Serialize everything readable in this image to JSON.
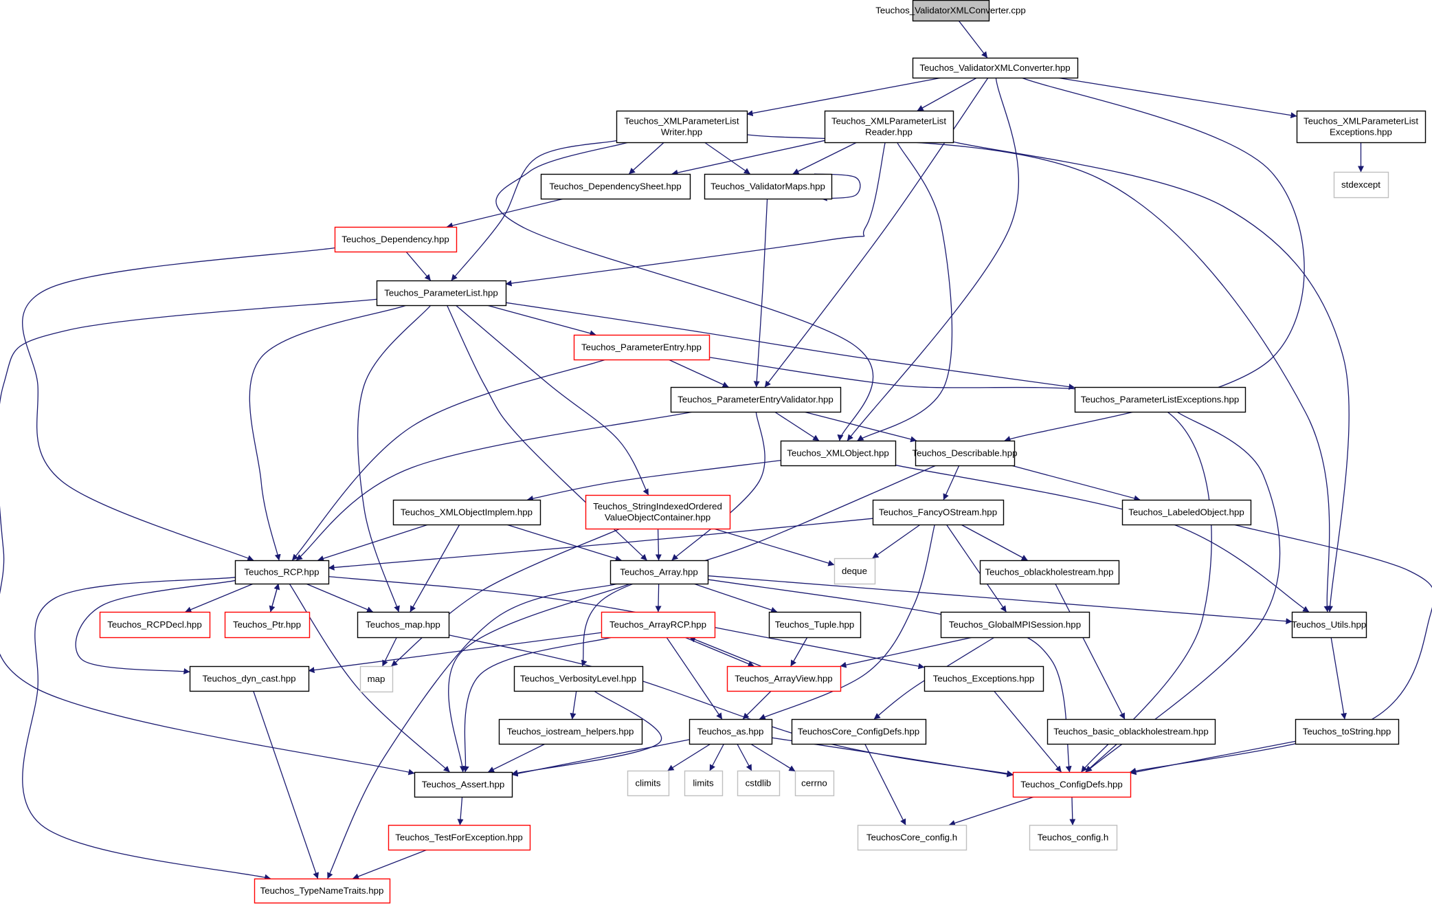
{
  "colors": {
    "edge": "#191970",
    "border_default": "#000000",
    "border_incomplete": "#ff0000",
    "border_external": "#bfbfbf",
    "fill_root": "#bfbfbf",
    "fill_default": "#ffffff"
  },
  "nodes": [
    {
      "id": "cpp",
      "lines": [
        "Teuchos_ValidatorXMLConverter.cpp"
      ],
      "style": "root"
    },
    {
      "id": "vxc",
      "lines": [
        "Teuchos_ValidatorXMLConverter.hpp"
      ],
      "style": "default"
    },
    {
      "id": "xplw",
      "lines": [
        "Teuchos_XMLParameterList",
        "Writer.hpp"
      ],
      "style": "default"
    },
    {
      "id": "xplr",
      "lines": [
        "Teuchos_XMLParameterList",
        "Reader.hpp"
      ],
      "style": "default"
    },
    {
      "id": "xple",
      "lines": [
        "Teuchos_XMLParameterList",
        "Exceptions.hpp"
      ],
      "style": "default"
    },
    {
      "id": "stdexcept",
      "lines": [
        "stdexcept"
      ],
      "style": "external"
    },
    {
      "id": "depsheet",
      "lines": [
        "Teuchos_DependencySheet.hpp"
      ],
      "style": "default"
    },
    {
      "id": "valmaps",
      "lines": [
        "Teuchos_ValidatorMaps.hpp"
      ],
      "style": "default"
    },
    {
      "id": "dependency",
      "lines": [
        "Teuchos_Dependency.hpp"
      ],
      "style": "incomplete"
    },
    {
      "id": "plist",
      "lines": [
        "Teuchos_ParameterList.hpp"
      ],
      "style": "default"
    },
    {
      "id": "pentry",
      "lines": [
        "Teuchos_ParameterEntry.hpp"
      ],
      "style": "incomplete"
    },
    {
      "id": "pev",
      "lines": [
        "Teuchos_ParameterEntryValidator.hpp"
      ],
      "style": "default"
    },
    {
      "id": "ple",
      "lines": [
        "Teuchos_ParameterListExceptions.hpp"
      ],
      "style": "default"
    },
    {
      "id": "xmlobj",
      "lines": [
        "Teuchos_XMLObject.hpp"
      ],
      "style": "default"
    },
    {
      "id": "describable",
      "lines": [
        "Teuchos_Describable.hpp"
      ],
      "style": "default"
    },
    {
      "id": "xmlobjimpl",
      "lines": [
        "Teuchos_XMLObjectImplem.hpp"
      ],
      "style": "default"
    },
    {
      "id": "sioc",
      "lines": [
        "Teuchos_StringIndexedOrdered",
        "ValueObjectContainer.hpp"
      ],
      "style": "incomplete"
    },
    {
      "id": "fancy",
      "lines": [
        "Teuchos_FancyOStream.hpp"
      ],
      "style": "default"
    },
    {
      "id": "labeled",
      "lines": [
        "Teuchos_LabeledObject.hpp"
      ],
      "style": "default"
    },
    {
      "id": "rcp",
      "lines": [
        "Teuchos_RCP.hpp"
      ],
      "style": "default"
    },
    {
      "id": "array",
      "lines": [
        "Teuchos_Array.hpp"
      ],
      "style": "default"
    },
    {
      "id": "deque",
      "lines": [
        "deque"
      ],
      "style": "external"
    },
    {
      "id": "obh",
      "lines": [
        "Teuchos_oblackholestream.hpp"
      ],
      "style": "default"
    },
    {
      "id": "rcpdecl",
      "lines": [
        "Teuchos_RCPDecl.hpp"
      ],
      "style": "incomplete"
    },
    {
      "id": "ptr",
      "lines": [
        "Teuchos_Ptr.hpp"
      ],
      "style": "incomplete"
    },
    {
      "id": "map",
      "lines": [
        "Teuchos_map.hpp"
      ],
      "style": "default"
    },
    {
      "id": "arcp",
      "lines": [
        "Teuchos_ArrayRCP.hpp"
      ],
      "style": "incomplete"
    },
    {
      "id": "tuple",
      "lines": [
        "Teuchos_Tuple.hpp"
      ],
      "style": "default"
    },
    {
      "id": "gmpi",
      "lines": [
        "Teuchos_GlobalMPISession.hpp"
      ],
      "style": "default"
    },
    {
      "id": "utils",
      "lines": [
        "Teuchos_Utils.hpp"
      ],
      "style": "default"
    },
    {
      "id": "dyncast",
      "lines": [
        "Teuchos_dyn_cast.hpp"
      ],
      "style": "default"
    },
    {
      "id": "mapstd",
      "lines": [
        "map"
      ],
      "style": "external"
    },
    {
      "id": "verb",
      "lines": [
        "Teuchos_VerbosityLevel.hpp"
      ],
      "style": "default"
    },
    {
      "id": "aview",
      "lines": [
        "Teuchos_ArrayView.hpp"
      ],
      "style": "incomplete"
    },
    {
      "id": "exceptions",
      "lines": [
        "Teuchos_Exceptions.hpp"
      ],
      "style": "default"
    },
    {
      "id": "iohelpers",
      "lines": [
        "Teuchos_iostream_helpers.hpp"
      ],
      "style": "default"
    },
    {
      "id": "as",
      "lines": [
        "Teuchos_as.hpp"
      ],
      "style": "default"
    },
    {
      "id": "tccdefs",
      "lines": [
        "TeuchosCore_ConfigDefs.hpp"
      ],
      "style": "default"
    },
    {
      "id": "bobh",
      "lines": [
        "Teuchos_basic_oblackholestream.hpp"
      ],
      "style": "default"
    },
    {
      "id": "tostring",
      "lines": [
        "Teuchos_toString.hpp"
      ],
      "style": "default"
    },
    {
      "id": "assert",
      "lines": [
        "Teuchos_Assert.hpp"
      ],
      "style": "default"
    },
    {
      "id": "climits",
      "lines": [
        "climits"
      ],
      "style": "external"
    },
    {
      "id": "limits",
      "lines": [
        "limits"
      ],
      "style": "external"
    },
    {
      "id": "cstdlib",
      "lines": [
        "cstdlib"
      ],
      "style": "external"
    },
    {
      "id": "cerrno",
      "lines": [
        "cerrno"
      ],
      "style": "external"
    },
    {
      "id": "configdefs",
      "lines": [
        "Teuchos_ConfigDefs.hpp"
      ],
      "style": "incomplete"
    },
    {
      "id": "tfe",
      "lines": [
        "Teuchos_TestForException.hpp"
      ],
      "style": "incomplete"
    },
    {
      "id": "tcconfig",
      "lines": [
        "TeuchosCore_config.h"
      ],
      "style": "external"
    },
    {
      "id": "tconfig",
      "lines": [
        "Teuchos_config.h"
      ],
      "style": "external"
    },
    {
      "id": "tnt",
      "lines": [
        "Teuchos_TypeNameTraits.hpp"
      ],
      "style": "incomplete"
    }
  ],
  "edges": [
    [
      "cpp",
      "vxc"
    ],
    [
      "vxc",
      "xplw"
    ],
    [
      "vxc",
      "xplr"
    ],
    [
      "vxc",
      "xple"
    ],
    [
      "vxc",
      "pev"
    ],
    [
      "vxc",
      "xmlobj"
    ],
    [
      "vxc",
      "describable"
    ],
    [
      "xple",
      "stdexcept"
    ],
    [
      "xplw",
      "depsheet"
    ],
    [
      "xplw",
      "valmaps"
    ],
    [
      "xplw",
      "plist"
    ],
    [
      "xplw",
      "xmlobj"
    ],
    [
      "xplw",
      "utils"
    ],
    [
      "xplr",
      "depsheet"
    ],
    [
      "xplr",
      "valmaps"
    ],
    [
      "xplr",
      "plist"
    ],
    [
      "xplr",
      "xmlobj"
    ],
    [
      "xplr",
      "utils"
    ],
    [
      "valmaps",
      "valmaps"
    ],
    [
      "valmaps",
      "pev"
    ],
    [
      "depsheet",
      "dependency"
    ],
    [
      "dependency",
      "plist"
    ],
    [
      "dependency",
      "rcp"
    ],
    [
      "plist",
      "pentry"
    ],
    [
      "plist",
      "ple"
    ],
    [
      "plist",
      "rcp"
    ],
    [
      "plist",
      "map"
    ],
    [
      "plist",
      "array"
    ],
    [
      "plist",
      "sioc"
    ],
    [
      "plist",
      "assert"
    ],
    [
      "pentry",
      "pev"
    ],
    [
      "pentry",
      "rcp"
    ],
    [
      "pentry",
      "configdefs"
    ],
    [
      "pev",
      "xmlobj"
    ],
    [
      "pev",
      "describable"
    ],
    [
      "pev",
      "rcp"
    ],
    [
      "pev",
      "array"
    ],
    [
      "ple",
      "configdefs"
    ],
    [
      "xmlobj",
      "xmlobjimpl"
    ],
    [
      "xmlobj",
      "utils"
    ],
    [
      "describable",
      "fancy"
    ],
    [
      "describable",
      "labeled"
    ],
    [
      "describable",
      "verb"
    ],
    [
      "xmlobjimpl",
      "rcp"
    ],
    [
      "xmlobjimpl",
      "array"
    ],
    [
      "xmlobjimpl",
      "map"
    ],
    [
      "sioc",
      "array"
    ],
    [
      "sioc",
      "deque"
    ],
    [
      "sioc",
      "mapstd"
    ],
    [
      "fancy",
      "rcp"
    ],
    [
      "fancy",
      "deque"
    ],
    [
      "fancy",
      "obh"
    ],
    [
      "fancy",
      "gmpi"
    ],
    [
      "fancy",
      "as"
    ],
    [
      "labeled",
      "configdefs"
    ],
    [
      "rcp",
      "rcpdecl"
    ],
    [
      "rcp",
      "ptr"
    ],
    [
      "rcp",
      "map"
    ],
    [
      "rcp",
      "dyncast"
    ],
    [
      "rcp",
      "exceptions"
    ],
    [
      "rcp",
      "assert"
    ],
    [
      "rcp",
      "tnt"
    ],
    [
      "ptr",
      "rcp"
    ],
    [
      "array",
      "arcp"
    ],
    [
      "array",
      "tuple"
    ],
    [
      "array",
      "utils"
    ],
    [
      "array",
      "assert"
    ],
    [
      "array",
      "tnt"
    ],
    [
      "array",
      "configdefs"
    ],
    [
      "obh",
      "bobh"
    ],
    [
      "map",
      "mapstd"
    ],
    [
      "map",
      "configdefs"
    ],
    [
      "arcp",
      "aview"
    ],
    [
      "arcp",
      "as"
    ],
    [
      "arcp",
      "dyncast"
    ],
    [
      "arcp",
      "assert"
    ],
    [
      "tuple",
      "aview"
    ],
    [
      "gmpi",
      "aview"
    ],
    [
      "gmpi",
      "tccdefs"
    ],
    [
      "utils",
      "tostring"
    ],
    [
      "dyncast",
      "tnt"
    ],
    [
      "verb",
      "iohelpers"
    ],
    [
      "verb",
      "assert"
    ],
    [
      "aview",
      "arcp"
    ],
    [
      "aview",
      "as"
    ],
    [
      "exceptions",
      "configdefs"
    ],
    [
      "iohelpers",
      "assert"
    ],
    [
      "as",
      "assert"
    ],
    [
      "as",
      "climits"
    ],
    [
      "as",
      "limits"
    ],
    [
      "as",
      "cstdlib"
    ],
    [
      "as",
      "cerrno"
    ],
    [
      "as",
      "configdefs"
    ],
    [
      "tccdefs",
      "tcconfig"
    ],
    [
      "bobh",
      "configdefs"
    ],
    [
      "tostring",
      "configdefs"
    ],
    [
      "assert",
      "tfe"
    ],
    [
      "tfe",
      "tnt"
    ],
    [
      "configdefs",
      "tcconfig"
    ],
    [
      "configdefs",
      "tconfig"
    ]
  ]
}
